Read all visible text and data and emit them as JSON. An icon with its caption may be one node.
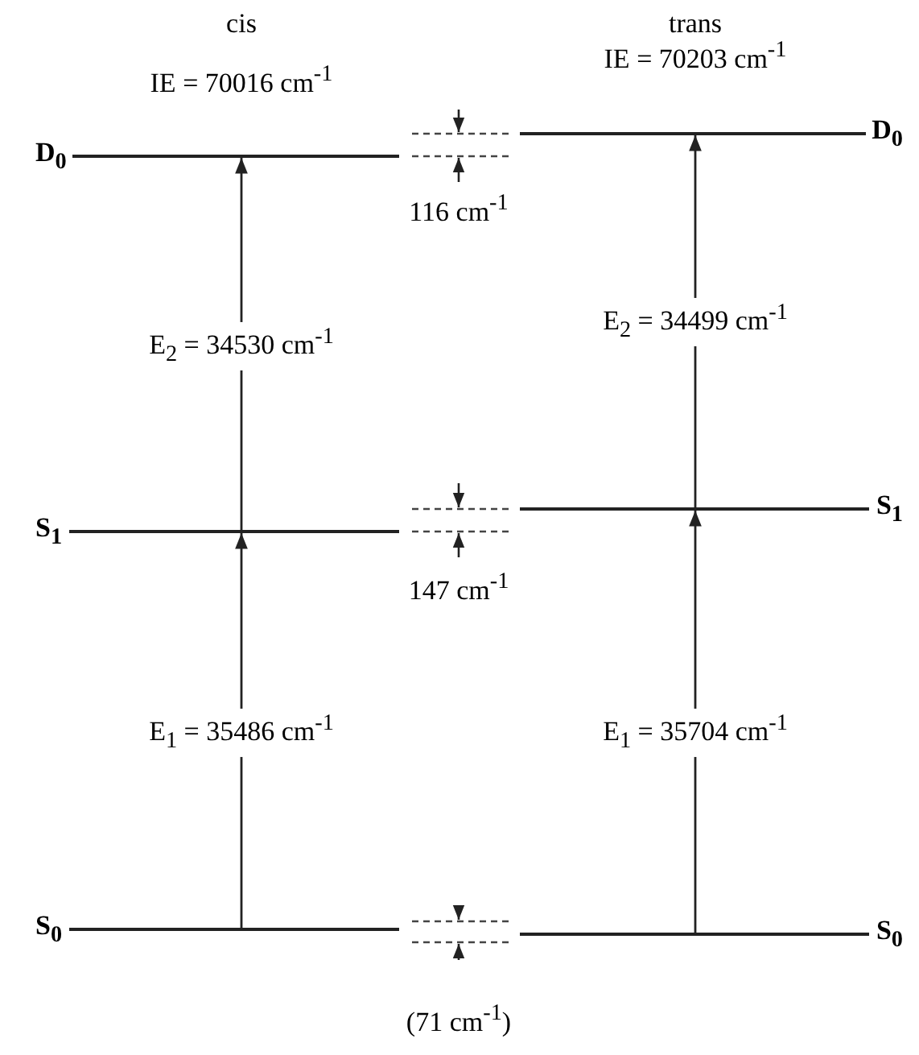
{
  "diagram": {
    "nodes": [
      {
        "text": [
          "D$_{0}$"
        ]
      },
      {
        "text": [
          "D$_{0}$"
        ]
      },
      {
        "text": [
          "S$_{1}$"
        ]
      },
      {
        "text": [
          "S$_{1}$"
        ]
      },
      {
        "text": [
          "S$_{0}$"
        ]
      },
      {
        "text": [
          "S$_{0}$"
        ]
      }
    ],
    "edges": [
      {
        "from": 4,
        "to": 2,
        "arrow": "to",
        "label": "E$_{1}$ = 35486 cm$^{-1}$"
      },
      {
        "from": 2,
        "to": 0,
        "arrow": "to",
        "label": "E$_{2}$ = 34530 cm$^{-1}$"
      },
      {
        "from": 5,
        "to": 3,
        "arrow": "to",
        "label": "E$_{1}$ = 35704 cm$^{-1}$"
      },
      {
        "from": 3,
        "to": 1,
        "arrow": "to",
        "label": "E$_{2}$ = 34499 cm$^{-1}$"
      }
    ],
    "labels": [
      "cis",
      "trans",
      "IE = 70016 cm$^{-1}$",
      "IE = 70203 cm$^{-1}$",
      "116 cm$^{-1}$",
      "147 cm$^{-1}$",
      "(71 cm$^{-1}$)"
    ]
  }
}
